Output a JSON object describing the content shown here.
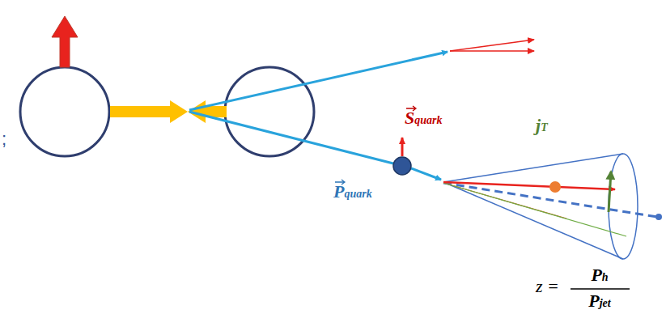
{
  "diagram": {
    "labels": [
      ";",
      "Squark",
      "Pquark",
      "jT",
      "z =",
      "Ph",
      "Pjet"
    ]
  }
}
